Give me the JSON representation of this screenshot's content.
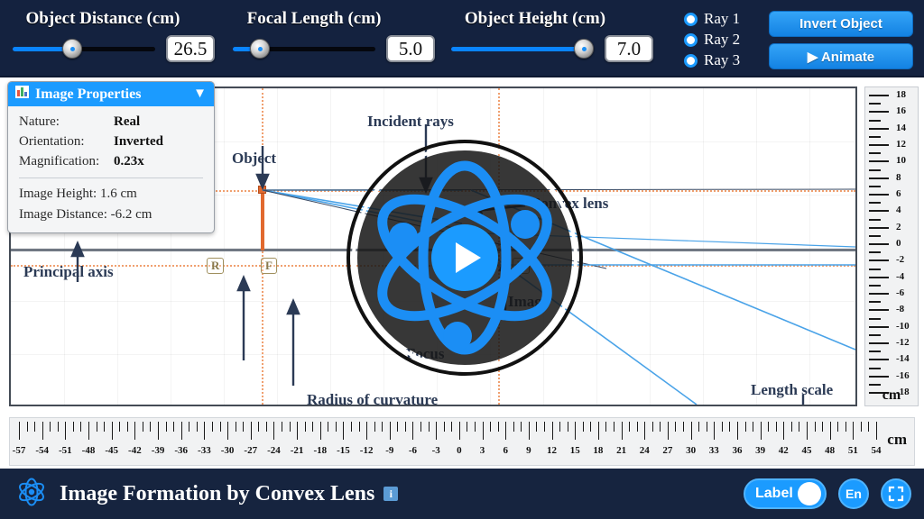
{
  "controls": {
    "object_distance": {
      "label": "Object Distance (cm)",
      "value": "26.5",
      "fill_pct": 42,
      "thumb_pct": 42
    },
    "focal_length": {
      "label": "Focal Length (cm)",
      "value": "5.0",
      "fill_pct": 19,
      "thumb_pct": 19
    },
    "object_height": {
      "label": "Object Height (cm)",
      "value": "7.0",
      "fill_pct": 95,
      "thumb_pct": 95
    },
    "rays": [
      {
        "label": "Ray 1",
        "checked": true
      },
      {
        "label": "Ray 2",
        "checked": true
      },
      {
        "label": "Ray 3",
        "checked": true
      }
    ],
    "buttons": {
      "invert": "Invert Object",
      "animate": "▶ Animate"
    }
  },
  "image_properties": {
    "title": "Image Properties",
    "collapse_glyph": "▼",
    "rows": [
      {
        "key": "Nature:",
        "value": "Real"
      },
      {
        "key": "Orientation:",
        "value": "Inverted"
      },
      {
        "key": "Magnification:",
        "value": "0.23x"
      }
    ],
    "extra": [
      "Image Height:  1.6 cm",
      "Image Distance:  -6.2 cm"
    ]
  },
  "diagram": {
    "labels": {
      "object": "Object",
      "incident_rays": "Incident rays",
      "convex_lens": "Convex lens",
      "principal_axis": "Principal axis",
      "radius_of_curvature": "Radius of curvature",
      "focus": "Focus",
      "image": "Image",
      "length_scale": "Length scale"
    },
    "axis_markers": [
      "R",
      "F",
      "F",
      "R"
    ],
    "colors": {
      "ray": "#4aa3e8",
      "object": "#e1692e",
      "axis": "#707883",
      "label": "#2b3a55",
      "accent": "#1b9bff"
    }
  },
  "vertical_scale": {
    "unit": "cm",
    "ticks": [
      18,
      16,
      14,
      12,
      10,
      8,
      6,
      4,
      2,
      0,
      -2,
      -4,
      -6,
      -8,
      -10,
      -12,
      -14,
      -16,
      -18
    ]
  },
  "horizontal_scale": {
    "unit": "cm",
    "ticks": [
      -57,
      -54,
      -51,
      -48,
      -45,
      -42,
      -39,
      -36,
      -33,
      -30,
      -27,
      -24,
      -21,
      -18,
      -15,
      -12,
      -9,
      -6,
      -3,
      0,
      3,
      6,
      9,
      12,
      15,
      18,
      21,
      24,
      27,
      30,
      33,
      36,
      39,
      42,
      45,
      48,
      51,
      54
    ]
  },
  "footer": {
    "title": "Image Formation by Convex Lens",
    "info_glyph": "i",
    "label_toggle": "Label",
    "language": "En"
  }
}
